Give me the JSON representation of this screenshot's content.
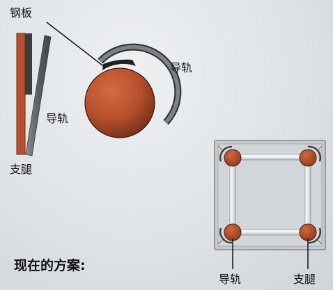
{
  "labels": {
    "steel_plate": "钢板",
    "guide_rail_top": "导轨",
    "guide_rail_middle": "导轨",
    "support_leg_left": "支腿",
    "guide_rail_bottom": "导轨",
    "support_leg_bottom": "支腿"
  },
  "caption": "现在的方案:",
  "colors": {
    "support_leg": "#b9502c",
    "guide_rail": "#5e6266",
    "steel_plate": "#2f3234",
    "frame": "#c9cdd0",
    "frame_border": "#7e8387"
  }
}
